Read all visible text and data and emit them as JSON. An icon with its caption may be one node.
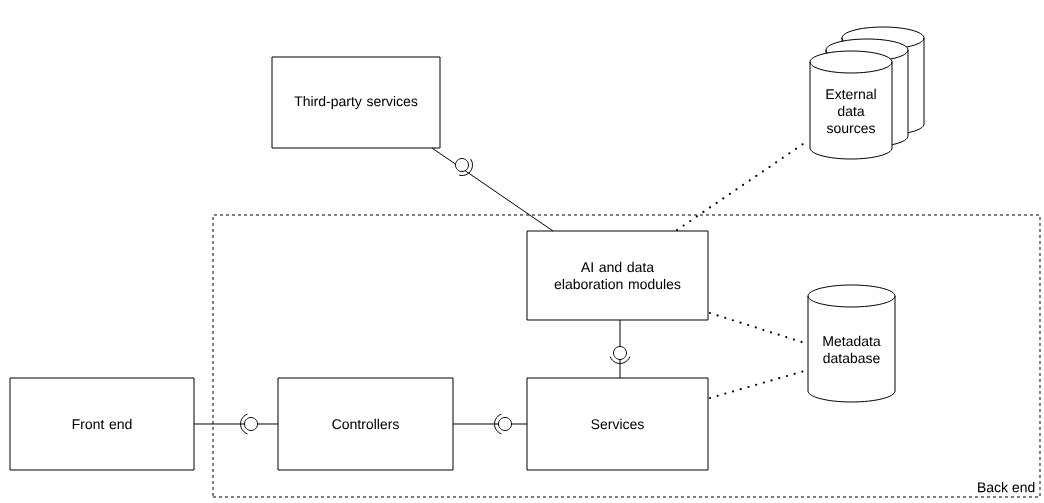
{
  "diagram": {
    "nodes": [
      {
        "text": [
          "Back end"
        ]
      },
      {
        "text": [
          "Third-party services"
        ]
      },
      {
        "text": [
          "External data sources"
        ]
      },
      {
        "text": [
          "AI and data elaboration modules"
        ],
        "in": 0
      },
      {
        "text": [
          "Metadata database"
        ],
        "in": 0
      },
      {
        "text": [
          "Front end"
        ]
      },
      {
        "text": [
          "Controllers"
        ],
        "in": 0
      },
      {
        "text": [
          "Services"
        ],
        "in": 0
      }
    ],
    "edges": [
      {
        "from": 1,
        "to": 3,
        "arrow": "none"
      },
      {
        "from": 6,
        "to": 5,
        "arrow": "none"
      },
      {
        "from": 7,
        "to": 6,
        "arrow": "none"
      },
      {
        "from": 3,
        "to": 7,
        "arrow": "none"
      },
      {
        "from": 3,
        "to": 2,
        "arrow": "none",
        "style": "dashed"
      },
      {
        "from": 3,
        "to": 4,
        "arrow": "none",
        "style": "dashed"
      },
      {
        "from": 7,
        "to": 4,
        "arrow": "none",
        "style": "dashed"
      }
    ]
  }
}
